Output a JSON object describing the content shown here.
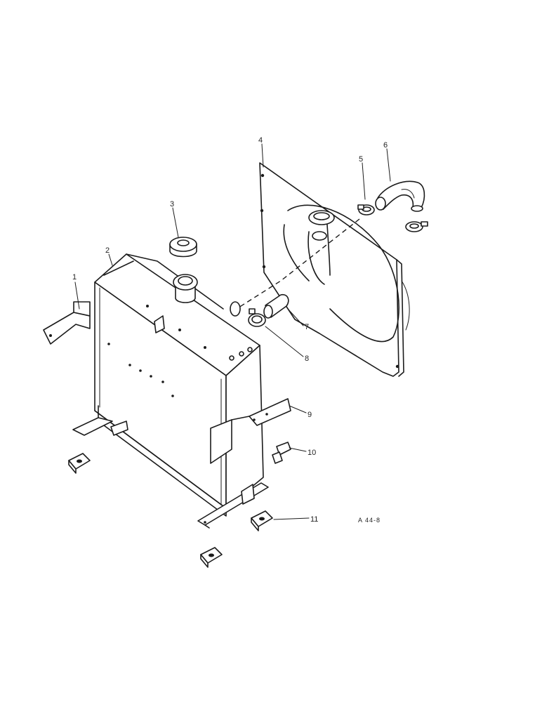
{
  "callouts": [
    {
      "id": "1",
      "label": "1"
    },
    {
      "id": "2",
      "label": "2"
    },
    {
      "id": "3",
      "label": "3"
    },
    {
      "id": "4",
      "label": "4"
    },
    {
      "id": "5",
      "label": "5"
    },
    {
      "id": "6",
      "label": "6"
    },
    {
      "id": "7",
      "label": "7"
    },
    {
      "id": "8",
      "label": "8"
    },
    {
      "id": "9",
      "label": "9"
    },
    {
      "id": "10",
      "label": "10"
    },
    {
      "id": "11",
      "label": "11"
    }
  ],
  "reference_code": "A 44-8",
  "colors": {
    "ink": "#1b1b1b",
    "paper": "#ffffff"
  }
}
